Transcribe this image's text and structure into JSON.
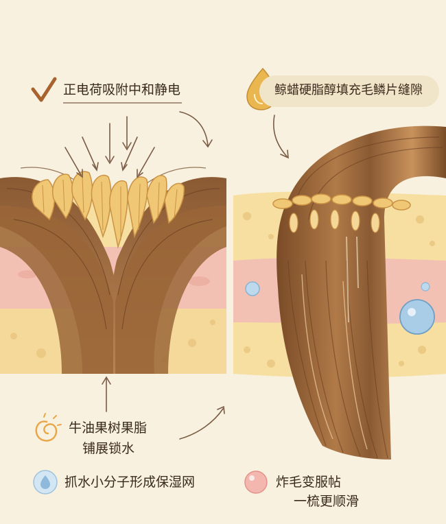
{
  "labels": {
    "static_neutralize": "正电荷吸附中和静电",
    "cetearyl_fill": "鲸蜡硬脂醇填充毛鳞片缝隙",
    "shea_line1": "牛油果树果脂",
    "shea_line2": "铺展锁水",
    "moisture_net": "抓水小分子形成保湿网",
    "frizz_line1": "炸毛变服帖",
    "frizz_line2": "一梳更顺滑"
  },
  "colors": {
    "background": "#f8f1df",
    "hair_brown": "#8a5a33",
    "hair_light": "#c8925c",
    "scale_gold": "#f0c774",
    "skin_pink": "#f3c1b4",
    "skin_yellow": "#f6dfa0",
    "droplet_blue": "#a9cde6",
    "text": "#3a2a1c"
  },
  "icons": {
    "check": "check-icon",
    "oil_drop": "oil-drop-icon",
    "swirl": "swirl-icon",
    "water_drop": "water-drop-icon",
    "pink_bubble": "pink-bubble-icon"
  }
}
